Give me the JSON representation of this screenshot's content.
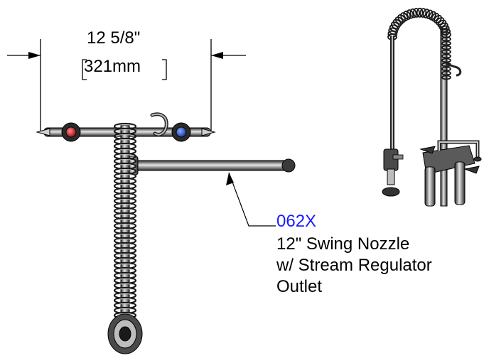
{
  "dimension": {
    "imperial": "12 5/8\"",
    "metric": "321mm"
  },
  "callout": {
    "part_number": "062X",
    "description_lines": [
      "12\" Swing Nozzle",
      "w/ Stream Regulator",
      "Outlet"
    ]
  },
  "colors": {
    "part_number": "#1a1aff",
    "hot_handle": "#c0202a",
    "cold_handle": "#2050c0",
    "line": "#000000",
    "metal_dark": "#3a3a3a",
    "metal_light": "#d8d8d8"
  }
}
